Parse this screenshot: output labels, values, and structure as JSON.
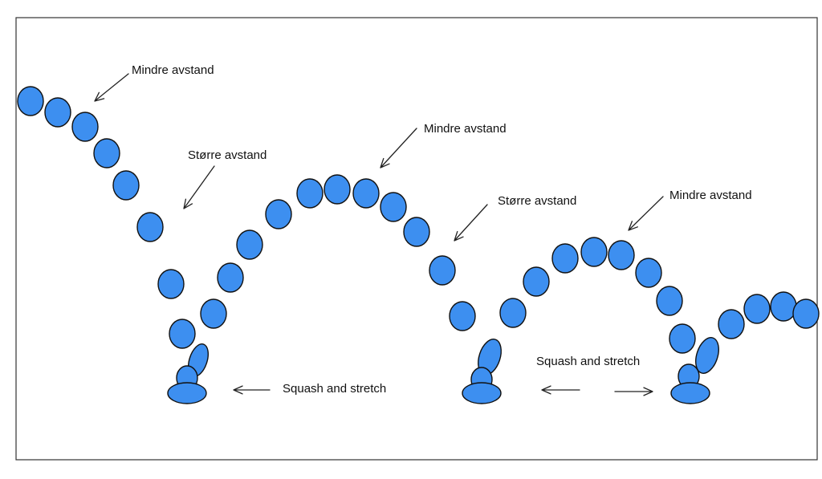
{
  "colors": {
    "ball_fill": "#3d8ff0",
    "ball_stroke": "#111111",
    "arrow": "#222222"
  },
  "labels": {
    "mindre_1": "Mindre avstand",
    "storre_1": "Større avstand",
    "mindre_2": "Mindre avstand",
    "storre_2": "Større avstand",
    "mindre_3": "Mindre avstand",
    "squash_1": "Squash and stretch",
    "squash_2": "Squash and stretch"
  }
}
